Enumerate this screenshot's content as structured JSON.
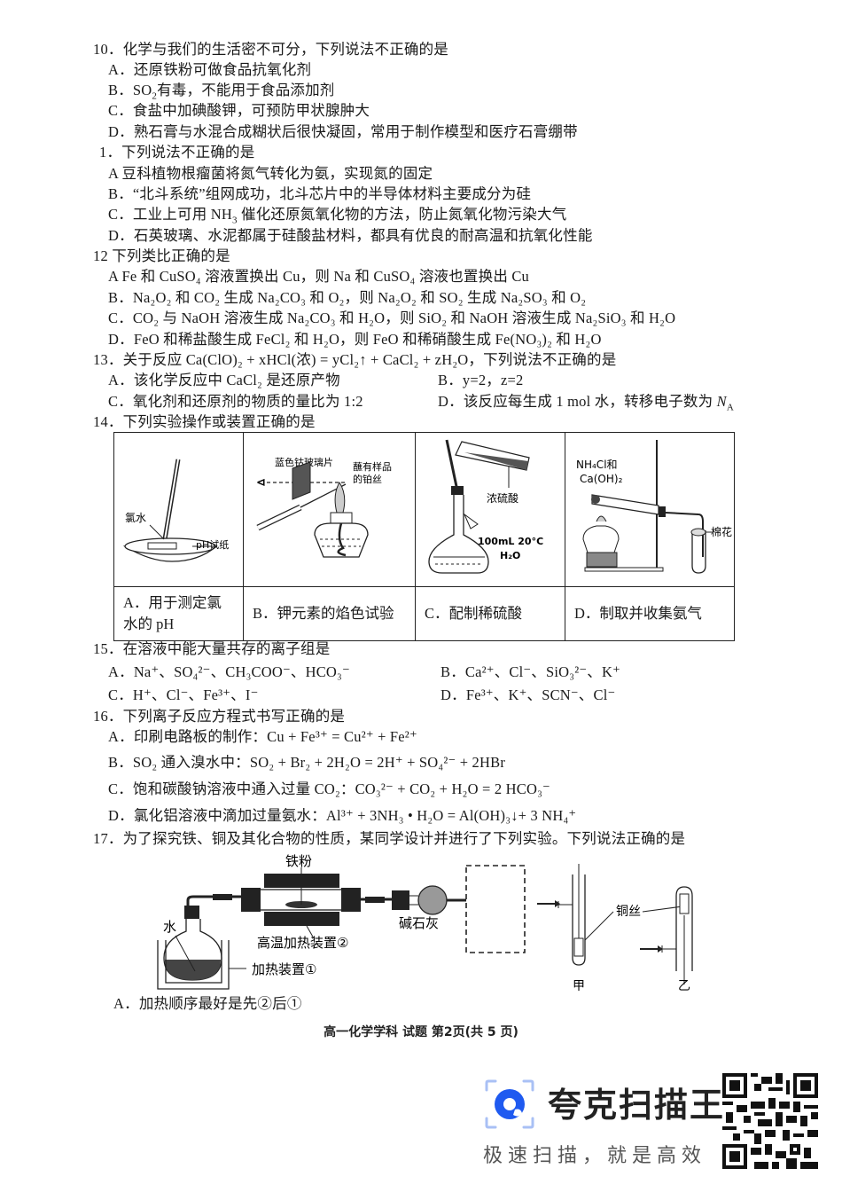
{
  "q10": {
    "stem": "10．化学与我们的生活密不可分，下列说法不正确的是",
    "A": "A．还原铁粉可做食品抗氧化剂",
    "B_pre": "B．SO",
    "B_sub": "2",
    "B_post": "有毒，不能用于食品添加剂",
    "C": "C．食盐中加碘酸钾，可预防甲状腺肿大",
    "D": "D．熟石膏与水混合成糊状后很快凝固，常用于制作模型和医疗石膏绷带"
  },
  "q11": {
    "stem": "1．下列说法不正确的是",
    "A": "A  豆科植物根瘤菌将氮气转化为氨，实现氮的固定",
    "B": "B．“北斗系统”组网成功，北斗芯片中的半导体材料主要成分为硅",
    "C_pre": "C．工业上可用 NH",
    "C_sub": "3",
    "C_post": " 催化还原氮氧化物的方法，防止氮氧化物污染大气",
    "D": "D．石英玻璃、水泥都属于硅酸盐材料，都具有优良的耐高温和抗氧化性能"
  },
  "q12": {
    "stem": "12   下列类比正确的是",
    "A": "A   Fe 和 CuSO₄ 溶液置换出 Cu，则 Na 和 CuSO₄ 溶液也置换出 Cu",
    "B": "B．Na₂O₂ 和 CO₂ 生成 Na₂CO₃ 和 O₂，则 Na₂O₂ 和 SO₂ 生成 Na₂SO₃ 和 O₂",
    "C": "C．CO₂ 与 NaOH 溶液生成 Na₂CO₃ 和 H₂O，则 SiO₂ 和 NaOH 溶液生成 Na₂SiO₃ 和 H₂O",
    "D": "D．FeO 和稀盐酸生成 FeCl₂ 和 H₂O，则 FeO 和稀硝酸生成 Fe(NO₃)₂ 和 H₂O"
  },
  "q13": {
    "stem": "13．关于反应 Ca(ClO)₂ + xHCl(浓) = yCl₂↑ + CaCl₂ + zH₂O，下列说法不正确的是",
    "A": "A．该化学反应中 CaCl₂ 是还原产物",
    "B": "B．y=2，z=2",
    "C": "C．氧化剂和还原剂的物质的量比为 1:2",
    "D_pre": "D．该反应每生成 1 mol 水，转移电子数为 ",
    "D_NA": "N",
    "D_NA_sub": "A"
  },
  "q14": {
    "stem": "14．下列实验操作或装置正确的是",
    "captions": [
      "A．用于测定氯水的 pH",
      "B．钾元素的焰色试验",
      "C．配制稀硫酸",
      "D．制取并收集氨气"
    ],
    "labels": {
      "a_chlorine_water": "氯水",
      "a_ph_paper": "pH试纸",
      "b_cobalt_glass": "蓝色钴玻璃片",
      "b_wire_1": "蘸有样品",
      "b_wire_2": "的铂丝",
      "c_acid": "浓硫酸",
      "c_flask": "100mL 20°C",
      "c_water": "H₂O",
      "d_reagent_1": "NH₄Cl和",
      "d_reagent_2": "Ca(OH)₂",
      "d_cotton": "棉花"
    }
  },
  "q15": {
    "stem": "15．在溶液中能大量共存的离子组是",
    "A": "A．Na⁺、SO₄²⁻、CH₃COO⁻、HCO₃⁻",
    "B": "B．Ca²⁺、Cl⁻、SiO₃²⁻、K⁺",
    "C": "C．H⁺、Cl⁻、Fe³⁺、I⁻",
    "D": "D．Fe³⁺、K⁺、SCN⁻、Cl⁻"
  },
  "q16": {
    "stem": "16．下列离子反应方程式书写正确的是",
    "A": "A．印刷电路板的制作：Cu + Fe³⁺ = Cu²⁺ + Fe²⁺",
    "B": "B．SO₂ 通入溴水中：SO₂ + Br₂ + 2H₂O = 2H⁺ +  SO₄²⁻ + 2HBr",
    "C": "C．饱和碳酸钠溶液中通入过量 CO₂：CO₃²⁻ + CO₂ + H₂O = 2 HCO₃⁻",
    "D": "D．氯化铝溶液中滴加过量氨水：Al³⁺ + 3NH₃ • H₂O = Al(OH)₃↓+ 3 NH₄⁺"
  },
  "q17": {
    "stem": "17．为了探究铁、铜及其化合物的性质，某同学设计并进行了下列实验。下列说法正确的是",
    "labels": {
      "iron_powder": "铁粉",
      "water": "水",
      "heater2": "高温加热装置②",
      "heater1": "加热装置①",
      "soda_lime": "碱石灰",
      "copper_wire": "铜丝",
      "jia": "甲",
      "yi": "乙"
    },
    "A": "A．加热顺序最好是先②后①"
  },
  "footer": "高一化学学科  试题  第2页(共 5 页)",
  "watermark": {
    "title": "夸克扫描王",
    "subtitle": "极速扫描，就是高效",
    "brand_color": "#1f5af0"
  }
}
